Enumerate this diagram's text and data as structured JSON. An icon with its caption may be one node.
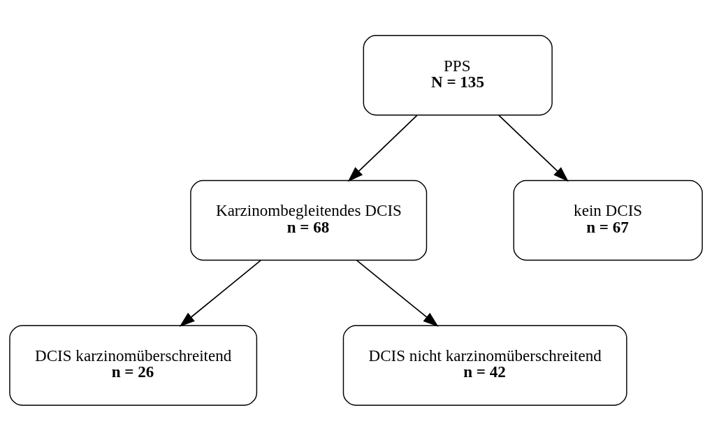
{
  "diagram": {
    "nodes": [
      {
        "text": [
          "PPS",
          "N = 135"
        ]
      },
      {
        "text": [
          "Karzinombegleitendes DCIS",
          "n = 68"
        ]
      },
      {
        "text": [
          "kein DCIS",
          "n = 67"
        ]
      },
      {
        "text": [
          "DCIS karzinomüberschreitend",
          "n = 26"
        ]
      },
      {
        "text": [
          "DCIS nicht karzinomüberschreitend",
          "n = 42"
        ]
      }
    ],
    "edges": [
      {
        "from": 0,
        "to": 1,
        "arrow": "to"
      },
      {
        "from": 0,
        "to": 2,
        "arrow": "to"
      },
      {
        "from": 1,
        "to": 3,
        "arrow": "to"
      },
      {
        "from": 1,
        "to": 4,
        "arrow": "to"
      }
    ]
  }
}
